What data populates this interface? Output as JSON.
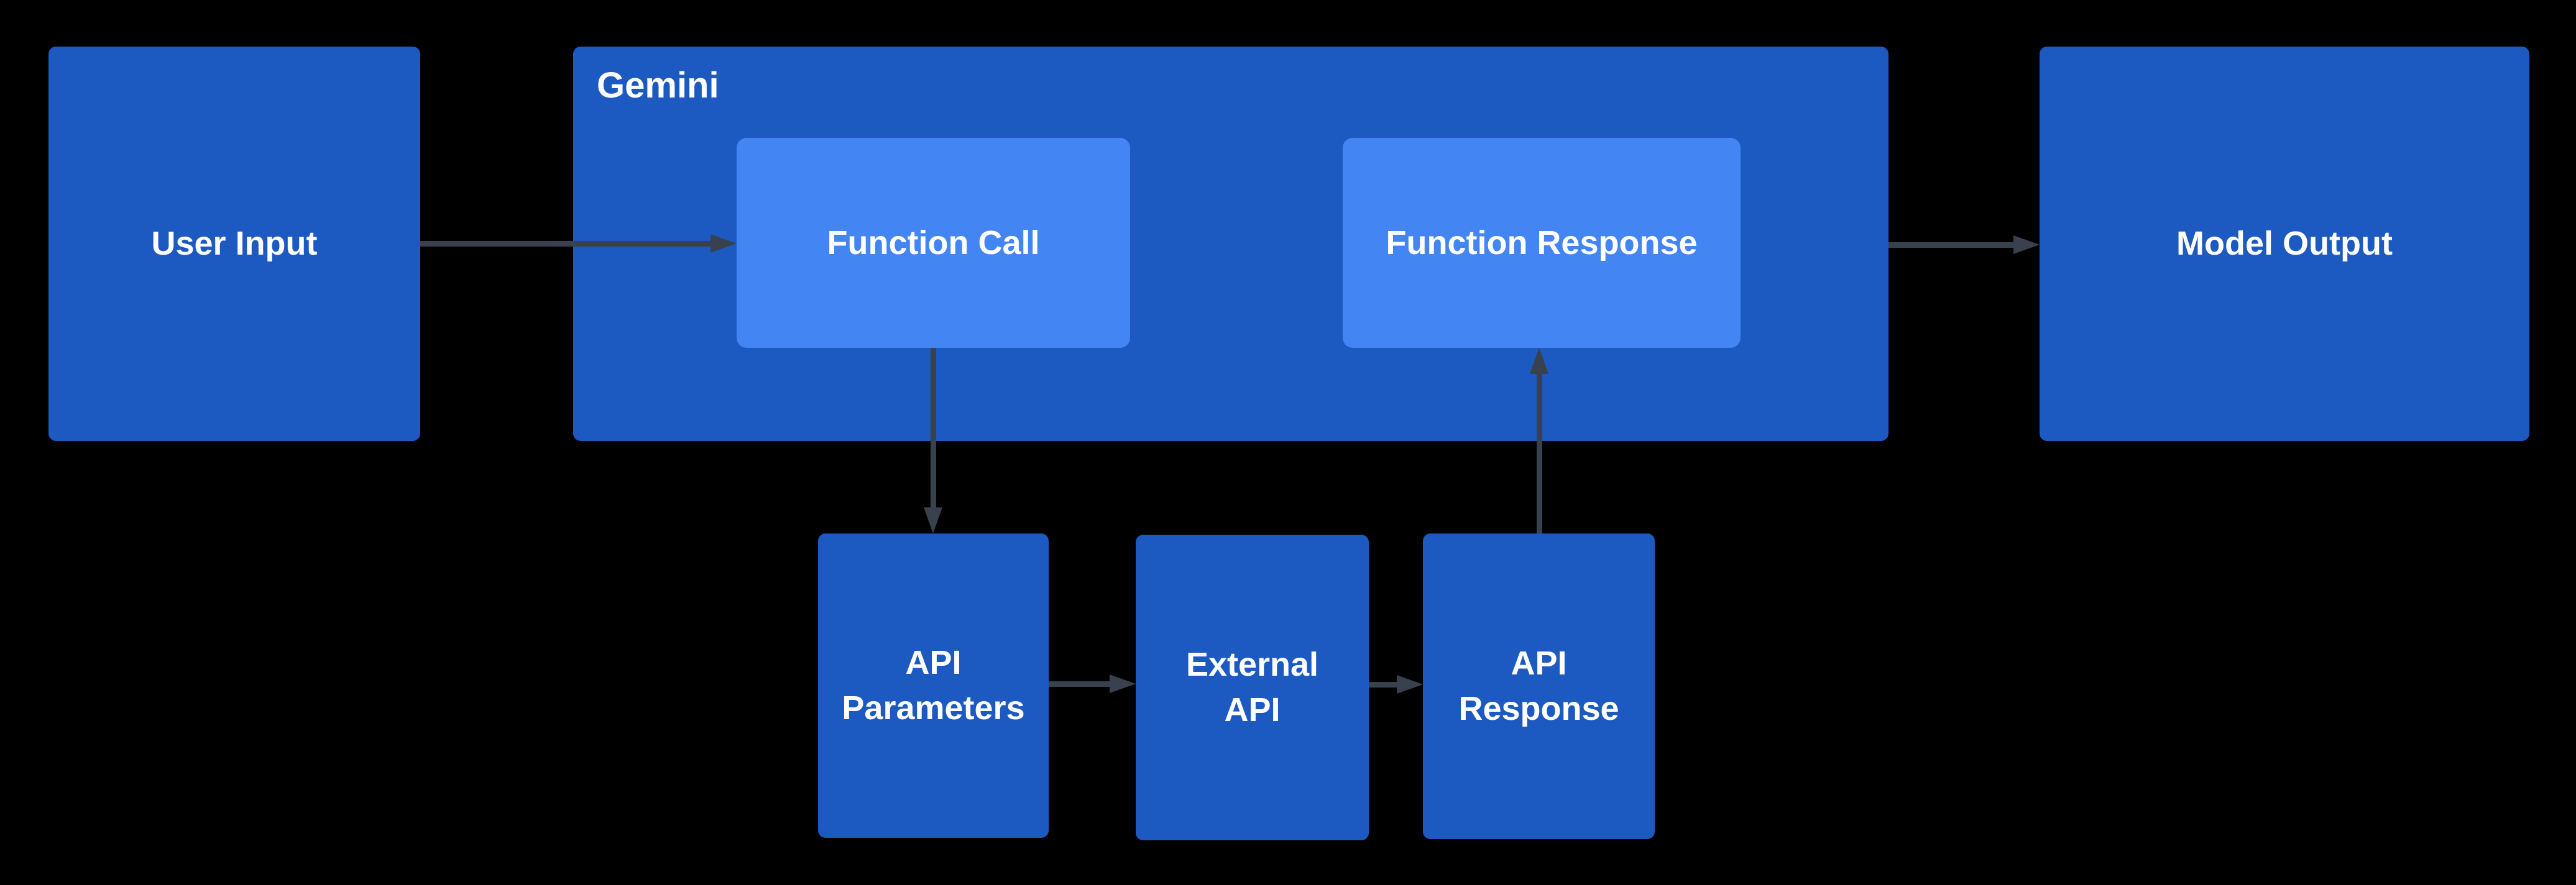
{
  "diagram": {
    "background_color": "#000000",
    "colors": {
      "node_fill": "#1c59c0",
      "inner_node_fill": "#4385f3",
      "arrow": "#3a414e",
      "label_text": "#ffffff"
    },
    "container": {
      "gemini_label": "Gemini"
    },
    "nodes": {
      "user_input": {
        "label": "User Input"
      },
      "function_call": {
        "label": "Function Call"
      },
      "function_response": {
        "label": "Function Response"
      },
      "model_output": {
        "label": "Model Output"
      },
      "api_parameters": {
        "label": "API Parameters"
      },
      "external_api": {
        "label": "External API"
      },
      "api_response": {
        "label": "API Response"
      }
    },
    "edges": [
      {
        "from": "User Input",
        "to": "Function Call"
      },
      {
        "from": "Function Call",
        "to": "API Parameters"
      },
      {
        "from": "API Parameters",
        "to": "External API"
      },
      {
        "from": "External API",
        "to": "API Response"
      },
      {
        "from": "API Response",
        "to": "Function Response"
      },
      {
        "from": "Gemini",
        "to": "Model Output"
      }
    ]
  }
}
